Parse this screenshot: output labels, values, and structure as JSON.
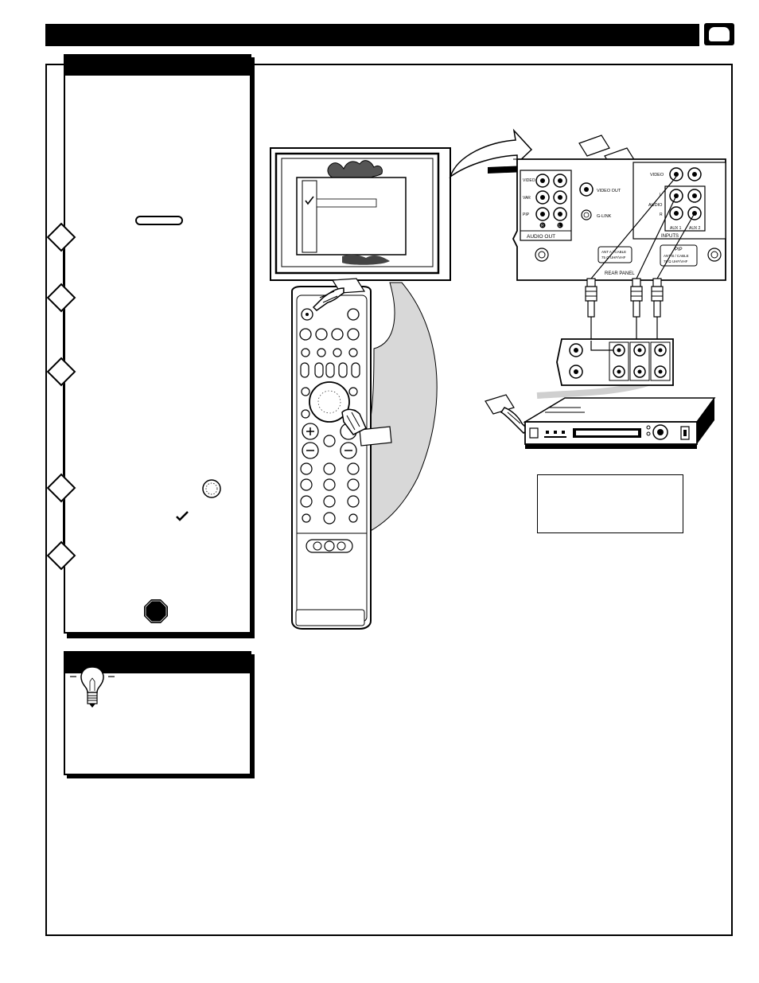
{
  "tv_rear_panel": {
    "video_out": "VIDEO OUT",
    "g_link": "G-LINK",
    "audio_out": "AUDIO OUT",
    "in_video": "VIDEO",
    "in_l": "L",
    "in_audio": "AUDIO",
    "in_r": "R",
    "aux1": "AUX 1",
    "aux2": "AUX 2",
    "inputs": "INPUTS",
    "ant_a": "ANT A / CABLE",
    "ant_a_sub": "75 Ω  UHF/VHF",
    "pip": "PIP",
    "ant_b": "ANT B / CABLE",
    "ant_b_sub": "75 Ω  UHF/VHF",
    "rear_panel": "REAR PANEL",
    "left_video": "VIDEO",
    "left_var": "VAR",
    "left_pip": "PIP",
    "r_mark": "R",
    "l_mark": "L"
  },
  "icons": [
    "light-bulb-icon",
    "stop-sign-icon",
    "checkmark-icon",
    "pointing-hand-icon",
    "remote-control-icon",
    "vcr-icon"
  ],
  "colors": {
    "ink": "#000000",
    "paper": "#ffffff",
    "sweep": "#d8d8d8"
  }
}
